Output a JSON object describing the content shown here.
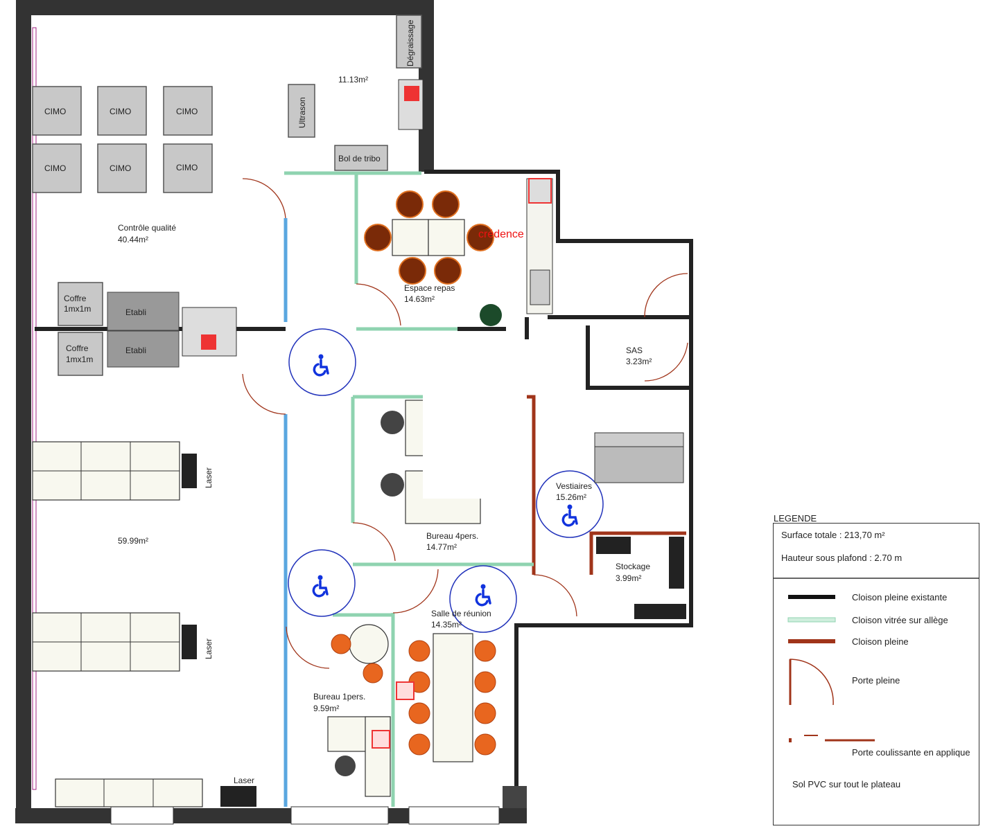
{
  "rooms": {
    "controle": {
      "name": "Contrôle qualité",
      "area": "40.44m²"
    },
    "atelier_area": "59.99m²",
    "degraissage_area": "11.13m²",
    "repas": {
      "name": "Espace repas",
      "area": "14.63m²"
    },
    "sas": {
      "name": "SAS",
      "area": "3.23m²"
    },
    "bureau4": {
      "name": "Bureau 4pers.",
      "area": "14.77m²"
    },
    "vestiaires": {
      "name": "Vestiaires",
      "area": "15.26m²"
    },
    "stockage": {
      "name": "Stockage",
      "area": "3.99m²"
    },
    "reunion": {
      "name": "Salle de réunion",
      "area": "14.35m²"
    },
    "bureau1": {
      "name": "Bureau 1pers.",
      "area": "9.59m²"
    }
  },
  "equipment": {
    "cimo": "CIMO",
    "ultrason": "Ultrason",
    "degraissage": "Dégraissage",
    "bol": "Bol de tribo",
    "coffre1": "Coffre",
    "coffre2": "1mx1m",
    "etabli": "Etabli",
    "laser": "Laser",
    "credence": "crédence"
  },
  "legend": {
    "title": "LEGENDE",
    "surface": "Surface totale : 213,70 m²",
    "hauteur": "Hauteur sous plafond : 2.70 m",
    "items": [
      {
        "label": "Cloison pleine existante",
        "color": "#111111"
      },
      {
        "label": "Cloison vitrée sur allège",
        "color": "#8fd3b0"
      },
      {
        "label": "Cloison pleine",
        "color": "#a0341a"
      },
      {
        "label": "Porte pleine",
        "color": "#a0341a"
      },
      {
        "label": "Porte coulissante en applique",
        "color": "#a0341a"
      }
    ],
    "note": "Sol PVC sur tout le plateau"
  }
}
